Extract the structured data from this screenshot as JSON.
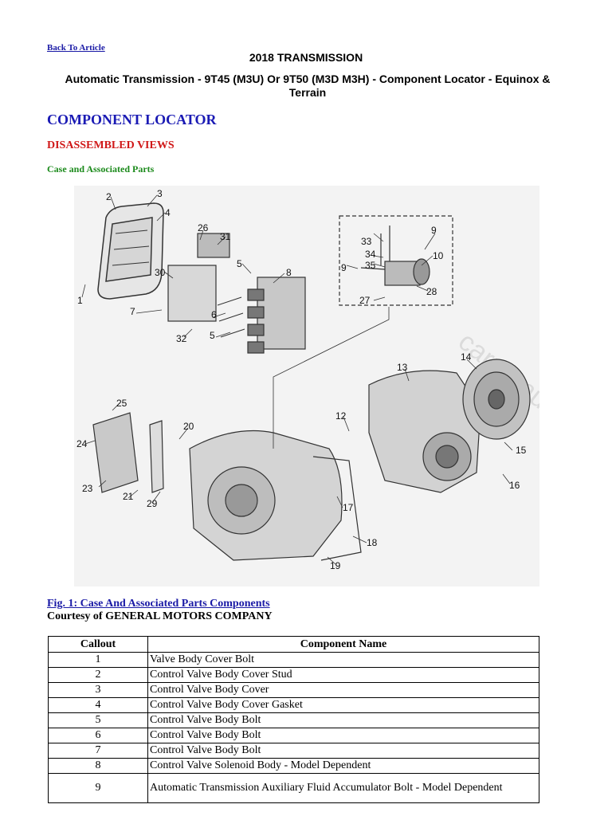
{
  "back_link": "Back To Article",
  "doc_title": "2018 TRANSMISSION",
  "doc_subtitle": "Automatic Transmission - 9T45 (M3U) Or 9T50 (M3D M3H) - Component Locator - Equinox & Terrain",
  "section_heading": "COMPONENT LOCATOR",
  "subsection_heading": "DISASSEMBLED VIEWS",
  "group_heading": "Case and Associated Parts",
  "figure": {
    "callouts": [
      "1",
      "2",
      "3",
      "4",
      "5",
      "5",
      "6",
      "7",
      "8",
      "9",
      "9",
      "10",
      "12",
      "13",
      "14",
      "15",
      "16",
      "17",
      "18",
      "19",
      "20",
      "21",
      "23",
      "24",
      "25",
      "26",
      "27",
      "28",
      "29",
      "30",
      "31",
      "32",
      "33",
      "34",
      "35"
    ],
    "watermark": "carmanualsdown.com"
  },
  "figure_caption": "Fig. 1: Case And Associated Parts Components",
  "figure_courtesy": "Courtesy of GENERAL MOTORS COMPANY",
  "table": {
    "headers": [
      "Callout",
      "Component Name"
    ],
    "rows": [
      {
        "callout": "1",
        "name": "Valve Body Cover Bolt"
      },
      {
        "callout": "2",
        "name": "Control Valve Body Cover Stud"
      },
      {
        "callout": "3",
        "name": "Control Valve Body Cover"
      },
      {
        "callout": "4",
        "name": "Control Valve Body Cover Gasket"
      },
      {
        "callout": "5",
        "name": "Control Valve Body Bolt"
      },
      {
        "callout": "6",
        "name": "Control Valve Body Bolt"
      },
      {
        "callout": "7",
        "name": "Control Valve Body Bolt"
      },
      {
        "callout": "8",
        "name": "Control Valve Solenoid Body - Model Dependent"
      },
      {
        "callout": "9",
        "name": "Automatic Transmission Auxiliary Fluid Accumulator Bolt - Model Dependent"
      }
    ]
  }
}
